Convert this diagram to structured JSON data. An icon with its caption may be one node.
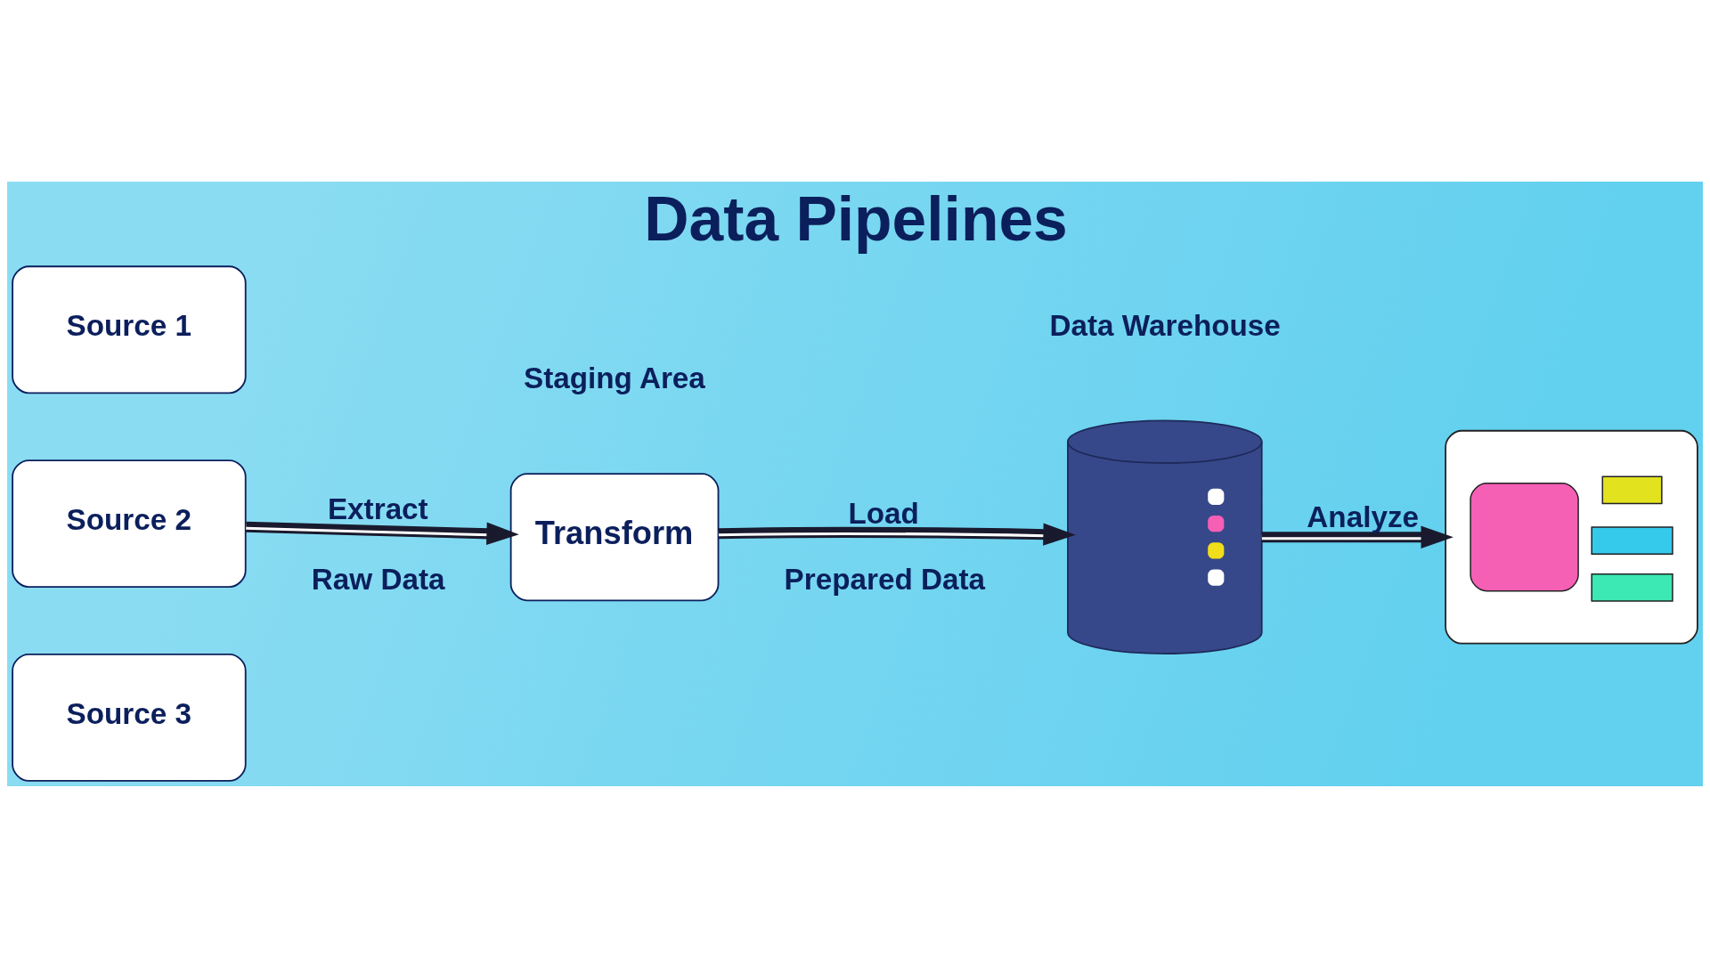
{
  "diagram": {
    "title": "Data Pipelines",
    "nodes": [
      {
        "text": [
          "Source 1"
        ]
      },
      {
        "text": [
          "Source 2"
        ]
      },
      {
        "text": [
          "Source 3"
        ]
      },
      {
        "text": [
          "Transform"
        ],
        "beside": [
          "Staging Area"
        ]
      },
      {
        "text": [],
        "shape": "cylinder",
        "beside": [
          "Data Warehouse"
        ]
      },
      {
        "text": [],
        "shape": "picture"
      }
    ],
    "edges": [
      {
        "from": 1,
        "to": 3,
        "arrow": "to",
        "label": "Extract"
      },
      {
        "from": 3,
        "to": 4,
        "arrow": "to",
        "label": "Load"
      },
      {
        "from": 4,
        "to": 5,
        "arrow": "to",
        "label": "Analyze"
      }
    ],
    "labels": [
      "Raw Data",
      "Prepared Data"
    ]
  }
}
